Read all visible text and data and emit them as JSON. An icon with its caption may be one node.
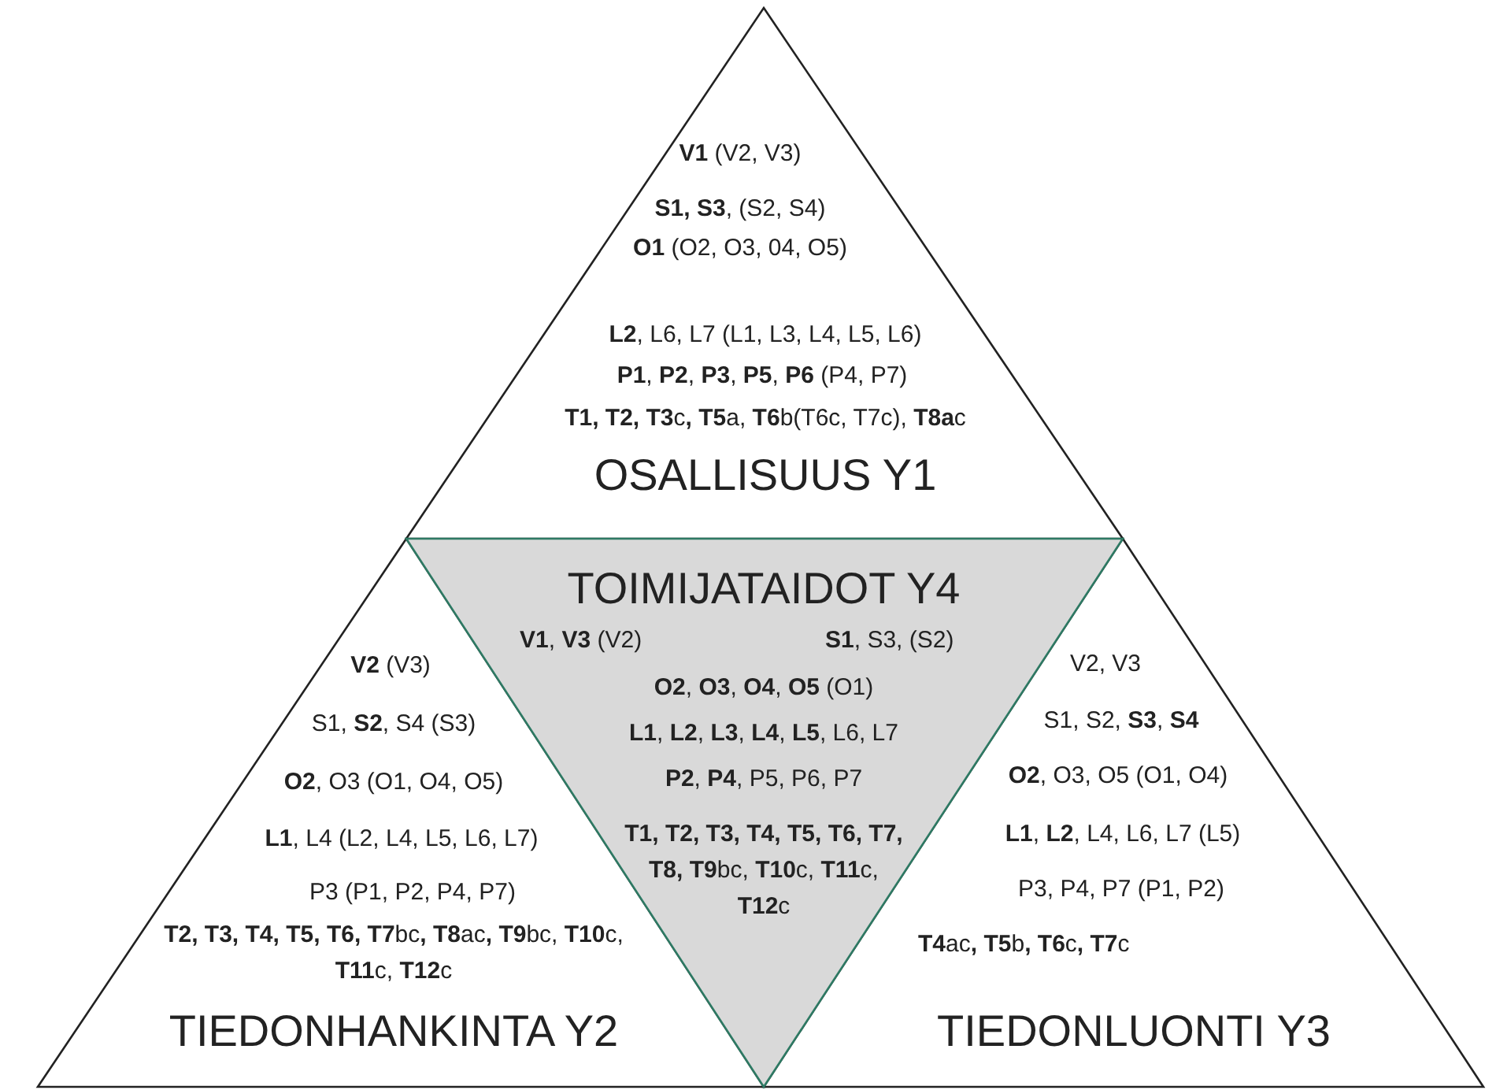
{
  "diagram": {
    "nodes": [
      {
        "text": [
          "**V1** (V2, V3)",
          "**S1, S3**, (S2, S4)",
          "**O1** (O2, O3, 04, O5)",
          "**L2**, L6, L7 (L1, L3, L4, L5, L6)",
          "**P1**, **P2**, **P3**, **P5**, **P6** (P4, P7)",
          "**T1, T2, T3**c**,** **T5**a, **T6**b(T6c, T7c), **T8a**c",
          "OSALLISUUS Y1"
        ]
      },
      {
        "text": [
          "**V2** (V3)",
          "S1, **S2**, S4 (S3)",
          "**O2**, O3 (O1, O4, O5)",
          "**L1**, L4 (L2, L4, L5, L6, L7)",
          "P3 (P1, P2, P4, P7)",
          "**T2, T3, T4, T5, T6, T7**bc**,** **T8**ac**,** **T9**bc, **T10**c, **T11**c, **T12**c",
          "TIEDONHANKINTA Y2"
        ]
      },
      {
        "text": [
          "TOIMIJATAIDOT Y4",
          "**V1**, **V3** (V2)",
          "**S1**, S3, (S2)",
          "**O2**, **O3**, **O4**, **O5** (O1)",
          "**L1**, **L2**, **L3**, **L4**, **L5**, L6, L7",
          "**P2**, **P4**, P5, P6, P7",
          "**T1, T2, T3, T4, T5, T6, T7, T8, T9**bc, **T10**c, **T11**c, **T12**c"
        ]
      },
      {
        "text": [
          "V2, V3",
          "S1, S2, **S3**, **S4**",
          "**O2**, O3, O5 (O1, O4)",
          "**L1**, **L2**, L4, L6, L7 (L5)",
          "P3, P4, P7 (P1, P2)",
          "**T4**ac**,** **T5**b**,** **T6**c**,** **T7**c",
          "TIEDONLUONTI Y3"
        ]
      }
    ]
  }
}
